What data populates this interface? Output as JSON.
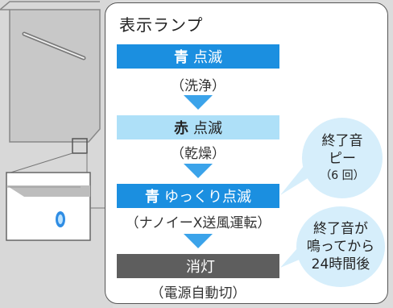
{
  "panel": {
    "title": "表示ランプ"
  },
  "stages": [
    {
      "strong": "青",
      "text": "点滅",
      "caption": "（洗浄）"
    },
    {
      "strong": "赤",
      "text": "点滅",
      "caption": "（乾燥）"
    },
    {
      "strong": "青",
      "text": "ゆっくり点滅",
      "caption": "（ナノイーX送風運転）"
    },
    {
      "strong": "",
      "text": "消灯",
      "caption": "（電源自動切）"
    }
  ],
  "bubbles": [
    {
      "lines": [
        "終了音",
        "ピー"
      ],
      "sub": "（6 回）"
    },
    {
      "lines": [
        "終了音が",
        "鳴ってから",
        "24時間後"
      ]
    }
  ],
  "colors": {
    "blue": "#1b8fe0",
    "lightblue": "#aee0f8",
    "gray": "#5e5e5e",
    "bubble": "#d6eefb"
  }
}
